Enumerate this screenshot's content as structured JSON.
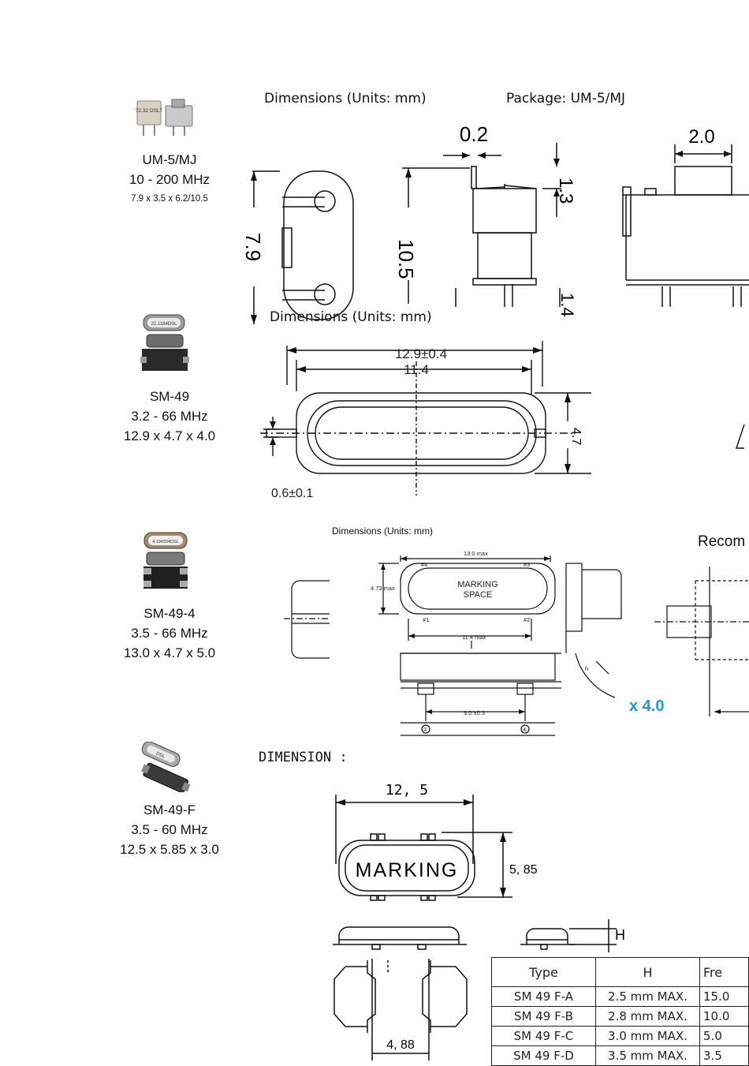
{
  "products": [
    {
      "name": "UM-5/MJ",
      "freq": "10 - 200 MHz",
      "size": "7.9 x 3.5 x 6.2/10.5",
      "photo_label": "72.32 DSL7"
    },
    {
      "name": "SM-49",
      "freq": "3.2 - 66 MHz",
      "size": "12.9 x 4.7 x 4.0",
      "photo_label": "22.1184DSL"
    },
    {
      "name": "SM-49-4",
      "freq": "3.5 - 66 MHz",
      "size": "13.0 x 4.7 x 5.0",
      "photo_label": "4.194304DSL"
    },
    {
      "name": "SM-49-F",
      "freq": "3.5 - 60 MHz",
      "size": "12.5 x 5.85 x 3.0",
      "photo_label": "DSL"
    }
  ],
  "sections": {
    "um5": {
      "dimensions_header": "Dimensions (Units: mm)",
      "package_header": "Package: UM-5/MJ",
      "dims": {
        "d02": "0.2",
        "d20": "2.0",
        "d13": "1.3",
        "d79": "7.9",
        "d105": "10.5",
        "d14": "1.4"
      }
    },
    "sm49": {
      "dimensions_header": "Dimensions (Units: mm)",
      "dims": {
        "length": "12.9±0.4",
        "inner": "11.4",
        "height": "4.7",
        "pin": "0.6±0.1"
      }
    },
    "sm494": {
      "dimensions_header": "Dimensions (Units: mm)",
      "recommended": "Recom",
      "scale": "x 4.0",
      "dims": {
        "max_len": "13.0 max",
        "max_h": "4.73 max",
        "inner": "11.4 max",
        "pitch": "9.0 ±0.3",
        "h": "h",
        "p1": "#1",
        "p2": "#2",
        "p3": "#3",
        "p4": "#4",
        "mark1": "MARKING",
        "mark2": "SPACE",
        "c1": "①",
        "c4": "④"
      }
    },
    "sm49f": {
      "dimension_header": "DIMENSION :",
      "dims": {
        "length": "12, 5",
        "height": "5, 85",
        "marking": "MARKING",
        "h": "H",
        "pitch": "4, 88"
      }
    }
  },
  "table": {
    "headers": [
      "Type",
      "H",
      "Fre"
    ],
    "rows": [
      [
        "SM 49 F-A",
        "2.5 mm MAX.",
        "15.0"
      ],
      [
        "SM 49 F-B",
        "2.8 mm MAX.",
        "10.0"
      ],
      [
        "SM 49 F-C",
        "3.0 mm MAX.",
        "5.0"
      ],
      [
        "SM 49 F-D",
        "3.5 mm MAX.",
        "3.5"
      ]
    ]
  },
  "colors": {
    "accent": "#1a9ad6",
    "ink": "#111111"
  }
}
